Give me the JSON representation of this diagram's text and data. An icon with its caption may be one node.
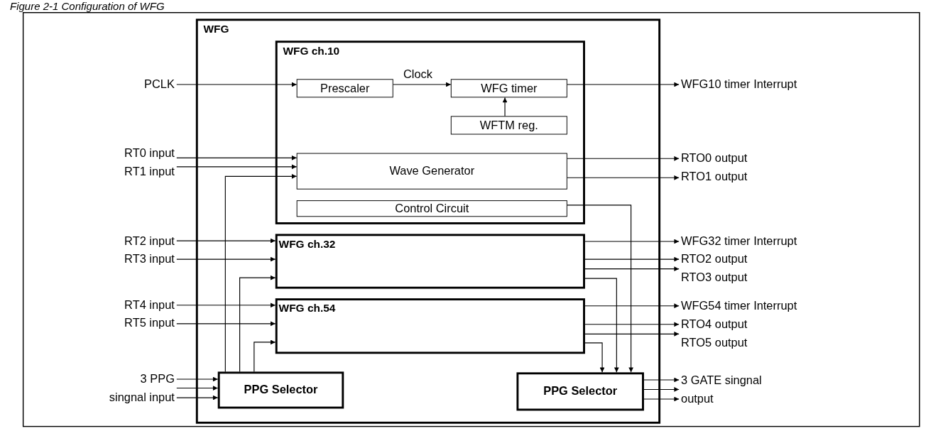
{
  "diagram": {
    "title": "Figure 2-1 Configuration of WFG",
    "nodes": [
      {
        "text": [
          "PCLK"
        ]
      },
      {
        "text": [
          "RT0 input"
        ]
      },
      {
        "text": [
          "RT1 input"
        ]
      },
      {
        "text": [
          "RT2 input"
        ]
      },
      {
        "text": [
          "RT3 input"
        ]
      },
      {
        "text": [
          "RT4 input"
        ]
      },
      {
        "text": [
          "RT5 input"
        ]
      },
      {
        "text": [
          "3 PPG singnal input"
        ]
      },
      {
        "text": [
          "WFG"
        ]
      },
      {
        "text": [
          "WFG ch.10"
        ],
        "in": 8
      },
      {
        "text": [
          "Prescaler"
        ],
        "in": 9
      },
      {
        "text": [
          "WFG timer"
        ],
        "in": 9
      },
      {
        "text": [
          "WFTM reg."
        ],
        "in": 9
      },
      {
        "text": [
          "Wave Generator"
        ],
        "in": 9
      },
      {
        "text": [
          "Control Circuit"
        ],
        "in": 9
      },
      {
        "text": [
          "WFG ch.32"
        ],
        "in": 8
      },
      {
        "text": [
          "WFG ch.54"
        ],
        "in": 8
      },
      {
        "text": [
          "PPG Selector"
        ],
        "in": 8
      },
      {
        "text": [
          "PPG Selector"
        ],
        "in": 8
      },
      {
        "text": [
          "WFG10 timer Interrupt"
        ]
      },
      {
        "text": [
          "RTO0 output"
        ]
      },
      {
        "text": [
          "RTO1 output"
        ]
      },
      {
        "text": [
          "WFG32 timer Interrupt"
        ]
      },
      {
        "text": [
          "RTO2 output"
        ]
      },
      {
        "text": [
          "RTO3 output"
        ]
      },
      {
        "text": [
          "WFG54 timer Interrupt"
        ]
      },
      {
        "text": [
          "RTO4 output"
        ]
      },
      {
        "text": [
          "RTO5 output"
        ]
      },
      {
        "text": [
          "3 GATE singnal output"
        ]
      }
    ],
    "edges": [
      {
        "from": 0,
        "to": 10,
        "arrow": "to"
      },
      {
        "from": 10,
        "to": 11,
        "arrow": "to",
        "label": "Clock"
      },
      {
        "from": 12,
        "to": 11,
        "arrow": "to"
      },
      {
        "from": 11,
        "to": 19,
        "arrow": "to"
      },
      {
        "from": 1,
        "to": 13,
        "arrow": "to"
      },
      {
        "from": 2,
        "to": 13,
        "arrow": "to"
      },
      {
        "from": 17,
        "to": 13,
        "arrow": "to"
      },
      {
        "from": 13,
        "to": 20,
        "arrow": "to"
      },
      {
        "from": 13,
        "to": 21,
        "arrow": "to"
      },
      {
        "from": 14,
        "to": 18,
        "arrow": "to"
      },
      {
        "from": 3,
        "to": 15,
        "arrow": "to"
      },
      {
        "from": 4,
        "to": 15,
        "arrow": "to"
      },
      {
        "from": 17,
        "to": 15,
        "arrow": "to"
      },
      {
        "from": 15,
        "to": 22,
        "arrow": "to"
      },
      {
        "from": 15,
        "to": 23,
        "arrow": "to"
      },
      {
        "from": 15,
        "to": 24,
        "arrow": "to"
      },
      {
        "from": 15,
        "to": 18,
        "arrow": "to"
      },
      {
        "from": 5,
        "to": 16,
        "arrow": "to"
      },
      {
        "from": 6,
        "to": 16,
        "arrow": "to"
      },
      {
        "from": 17,
        "to": 16,
        "arrow": "to"
      },
      {
        "from": 16,
        "to": 25,
        "arrow": "to"
      },
      {
        "from": 16,
        "to": 26,
        "arrow": "to"
      },
      {
        "from": 16,
        "to": 27,
        "arrow": "to"
      },
      {
        "from": 16,
        "to": 18,
        "arrow": "to"
      },
      {
        "from": 7,
        "to": 17,
        "arrow": "to"
      },
      {
        "from": 7,
        "to": 17,
        "arrow": "to"
      },
      {
        "from": 7,
        "to": 17,
        "arrow": "to"
      },
      {
        "from": 18,
        "to": 28,
        "arrow": "to"
      },
      {
        "from": 18,
        "to": 28,
        "arrow": "to"
      },
      {
        "from": 18,
        "to": 28,
        "arrow": "to"
      }
    ]
  }
}
